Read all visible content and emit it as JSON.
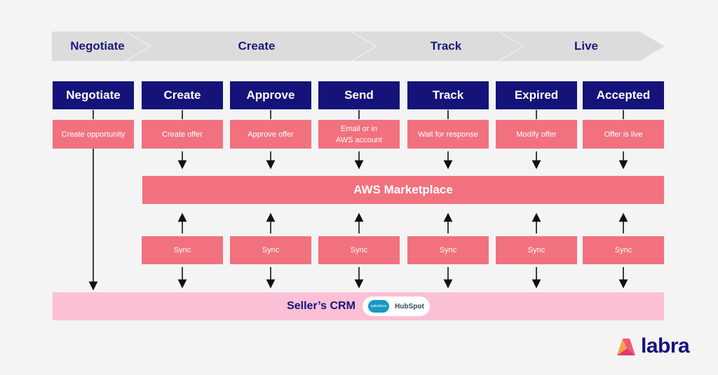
{
  "phases": [
    "Negotiate",
    "Create",
    "Track",
    "Live"
  ],
  "stages": [
    {
      "title": "Negotiate",
      "action": "Create opportunity",
      "sync": ""
    },
    {
      "title": "Create",
      "action": "Create offer",
      "sync": "Sync"
    },
    {
      "title": "Approve",
      "action": "Approve offer",
      "sync": "Sync"
    },
    {
      "title": "Send",
      "action": "Email or in AWS account",
      "sync": "Sync"
    },
    {
      "title": "Track",
      "action": "Wait for response",
      "sync": "Sync"
    },
    {
      "title": "Expired",
      "action": "Modify offer",
      "sync": "Sync"
    },
    {
      "title": "Accepted",
      "action": "Offer is live",
      "sync": "Sync"
    }
  ],
  "marketplace": {
    "label": "AWS Marketplace"
  },
  "crm": {
    "label": "Seller’s CRM",
    "logos": [
      "salesforce",
      "HubSpot"
    ]
  },
  "brand": {
    "name": "labra"
  },
  "colors": {
    "navy": "#15137a",
    "coral": "#f2717f",
    "pink": "#fbc0d6",
    "chevron": "#dcdcdc"
  }
}
